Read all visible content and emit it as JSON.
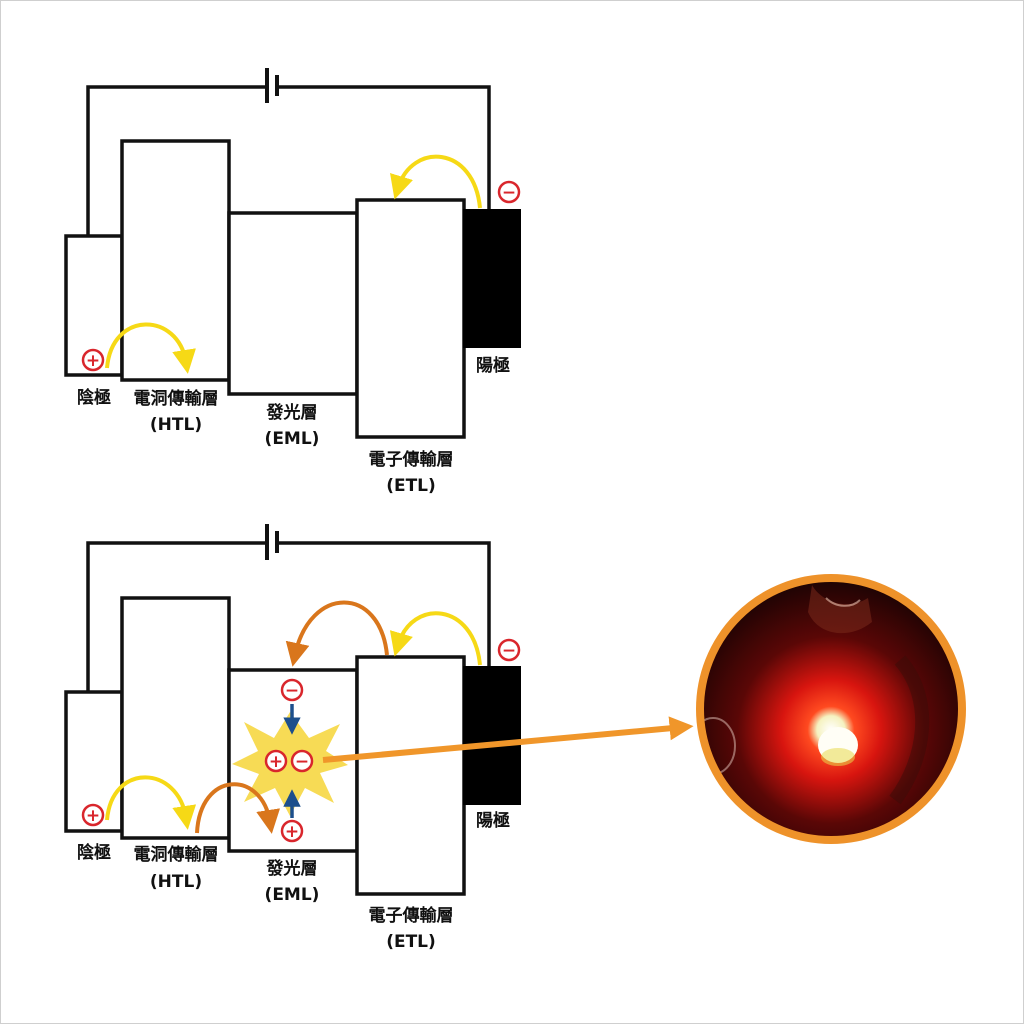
{
  "labels": {
    "cathode": "陰極",
    "anode": "陽極",
    "htl_name": "電洞傳輸層",
    "htl_abbr": "(HTL)",
    "eml_name": "發光層",
    "eml_abbr": "(EML)",
    "etl_name": "電子傳輸層",
    "etl_abbr": "(ETL)"
  },
  "symbols": {
    "positive": "+",
    "negative": "−"
  },
  "colors": {
    "line": "#111111",
    "electrode_fill": "#000000",
    "arrow_yellow": "#f6d916",
    "arrow_orange": "#d9761c",
    "arrow_blue": "#1d4f8c",
    "charge_red": "#d9262c",
    "starburst": "#f7db55",
    "emission_arrow": "#f0962a",
    "lens_ring": "#ee922a",
    "glow_red": "#e31c15"
  },
  "icons": [
    "battery-icon",
    "positive-charge-icon",
    "negative-charge-icon",
    "starburst-icon",
    "red-glow-photo"
  ]
}
